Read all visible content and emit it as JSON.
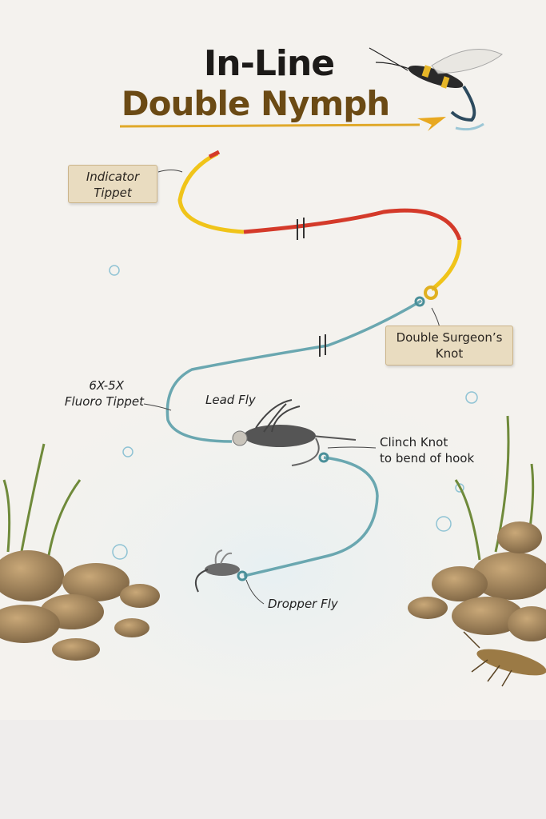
{
  "title": {
    "line1": "In-Line",
    "line2": "Double Nymph"
  },
  "labels": {
    "indicator_tippet": {
      "line1": "Indicator",
      "line2": "Tippet"
    },
    "double_surgeons_knot": {
      "line1": "Double Surgeon’s",
      "line2": "Knot"
    },
    "fluoro_tippet": {
      "line1": "6X-5X",
      "line2": "Fluoro Tippet"
    },
    "lead_fly": "Lead Fly",
    "clinch_knot": {
      "line1": "Clinch Knot",
      "line2": "to bend of hook"
    },
    "dropper_fly": "Dropper Fly"
  },
  "colors": {
    "indicator_yellow": "#f0c419",
    "indicator_red": "#d43a2a",
    "tippet_blue": "#6aa7b0",
    "title_brown": "#6b4a14"
  }
}
